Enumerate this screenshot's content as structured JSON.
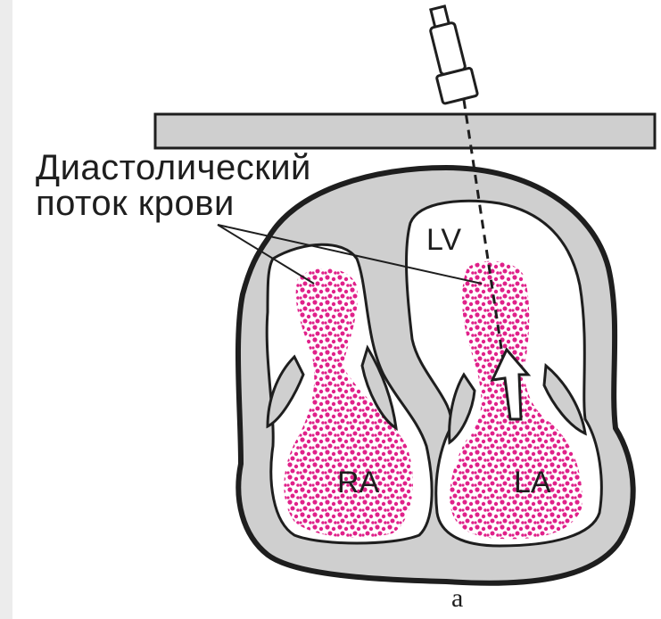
{
  "labels": {
    "caption_line1": "Диастолический",
    "caption_line2": "поток крови",
    "lv": "LV",
    "ra": "RA",
    "la": "LA",
    "figure_letter": "а"
  },
  "colors": {
    "paper": "#ffffff",
    "tissue": "#cfcfcf",
    "outline": "#1e1e1e",
    "blood_flow": "#e0218a"
  },
  "icons": {
    "probe": "ultrasound-transducer-icon",
    "flow_arrow": "flow-direction-arrow-icon"
  }
}
